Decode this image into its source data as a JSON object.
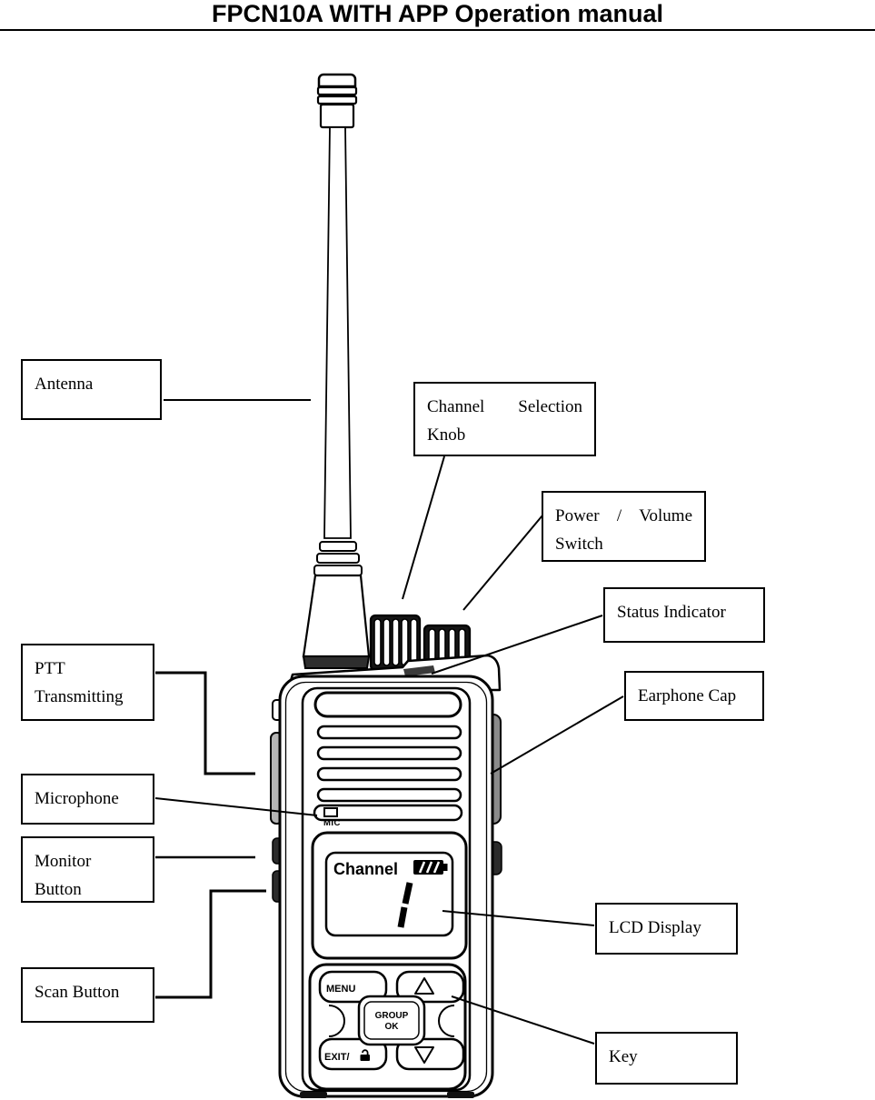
{
  "page": {
    "title": "FPCN10A WITH APP Operation manual"
  },
  "callouts": {
    "antenna": {
      "lines": [
        "Antenna"
      ]
    },
    "channel_selection_knob": {
      "lines": [
        "Channel Selection",
        "Knob"
      ]
    },
    "power_volume_switch": {
      "lines": [
        "Power / Volume",
        "Switch"
      ]
    },
    "status_indicator": {
      "lines": [
        "Status Indicator"
      ]
    },
    "earphone_cap": {
      "lines": [
        "Earphone Cap"
      ]
    },
    "ptt_transmitting": {
      "lines": [
        "PTT",
        "Transmitting"
      ]
    },
    "microphone": {
      "lines": [
        "Microphone"
      ]
    },
    "monitor_button": {
      "lines": [
        "Monitor",
        "Button"
      ]
    },
    "scan_button": {
      "lines": [
        "Scan Button"
      ]
    },
    "lcd_display": {
      "lines": [
        "LCD Display"
      ]
    },
    "key": {
      "lines": [
        "Key"
      ]
    }
  },
  "device": {
    "mic_label": "MIC",
    "lcd": {
      "channel_label": "Channel",
      "channel_value": "1",
      "battery_icon": "battery-level-icon"
    },
    "keypad": {
      "menu_label": "MENU",
      "group_label_line1": "GROUP",
      "group_label_line2": "OK",
      "exit_label": "EXIT/",
      "exit_icon": "lock-icon",
      "up_icon": "up-triangle-icon",
      "down_icon": "down-triangle-icon"
    }
  },
  "colors": {
    "ink": "#000000",
    "paper": "#ffffff"
  }
}
